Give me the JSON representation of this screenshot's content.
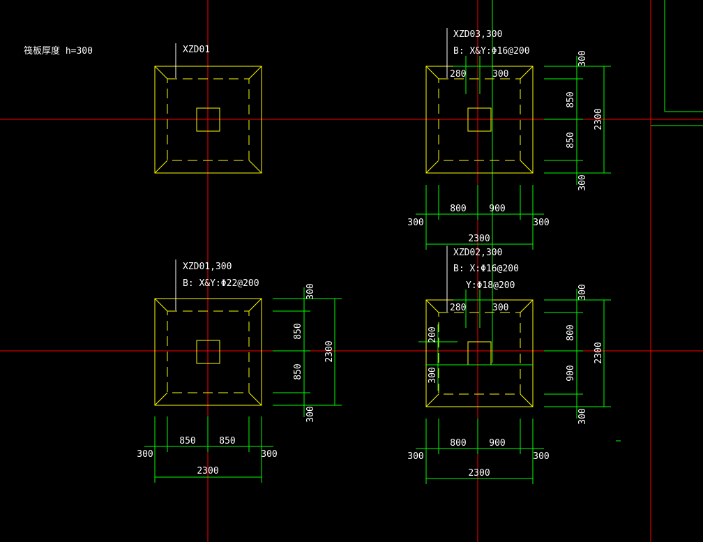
{
  "colors": {
    "background": "#000000",
    "axis": "#ff0000",
    "footing": "#ffff00",
    "dimension": "#00ff00",
    "text": "#ffffff"
  },
  "note": "筏板厚度 h=300",
  "footings": {
    "tl": {
      "tag": "XZD01"
    },
    "tr": {
      "tag": "XZD03,300",
      "rebar1": "B: X&Y:Φ16@200",
      "top_left": "280",
      "top_right": "300",
      "right_dims": [
        "300",
        "850",
        "850",
        "300"
      ],
      "right_total": "2300",
      "bottom_dims": [
        "300",
        "800",
        "900",
        "300"
      ],
      "bottom_total": "2300"
    },
    "bl": {
      "tag": "XZD01,300",
      "rebar1": "B: X&Y:Φ22@200",
      "right_dims": [
        "300",
        "850",
        "850",
        "300"
      ],
      "right_total": "2300",
      "bottom_dims": [
        "300",
        "850",
        "850",
        "300"
      ],
      "bottom_total": "2300"
    },
    "br": {
      "tag": "XZD02,300",
      "rebar1": "B: X:Φ16@200",
      "rebar2": "Y:Φ18@200",
      "top_left": "280",
      "top_right": "300",
      "left_dims": [
        "200",
        "300"
      ],
      "right_dims": [
        "300",
        "800",
        "900",
        "300"
      ],
      "right_total": "2300",
      "bottom_dims": [
        "300",
        "800",
        "900",
        "300"
      ],
      "bottom_total": "2300"
    }
  }
}
